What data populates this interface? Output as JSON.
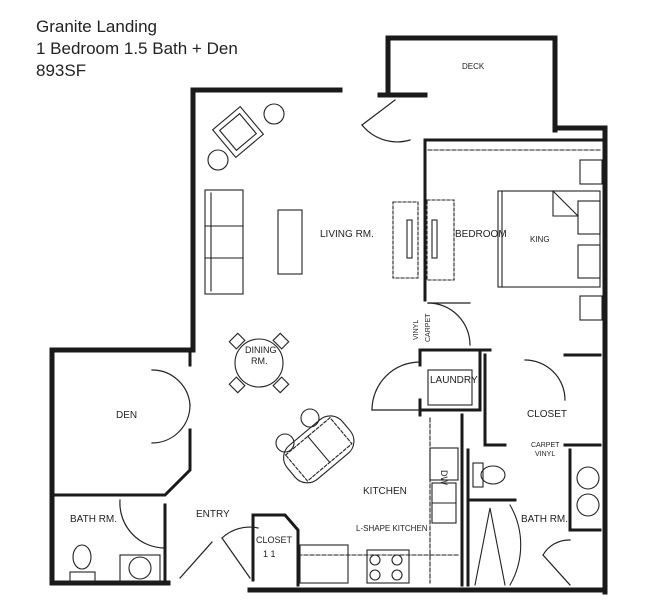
{
  "header": {
    "community": "Granite Landing",
    "unit_type": "1 Bedroom 1.5 Bath + Den",
    "square_feet": "893SF"
  },
  "rooms": {
    "deck": "DECK",
    "living": "LIVING RM.",
    "bedroom": "BEDROOM",
    "bed": "KING",
    "dining_line1": "DINING",
    "dining_line2": "RM.",
    "den": "DEN",
    "laundry": "LAUNDRY",
    "closet_master": "CLOSET",
    "kitchen": "KITCHEN",
    "kitchen_note": "L-SHAPE KITCHEN",
    "entry": "ENTRY",
    "closet_entry": "CLOSET",
    "closet_entry_tag": "1 1",
    "bath_half": "BATH RM.",
    "bath_master": "BATH RM.",
    "dishwasher": "DW"
  },
  "flooring_notes": {
    "living_bedroom_vinyl": "VINYL",
    "living_bedroom_carpet": "CARPET",
    "closet_bath_carpet": "CARPET",
    "closet_bath_vinyl": "VINYL"
  },
  "colors": {
    "wall": "#1a1a1a",
    "line": "#222222",
    "background": "#ffffff"
  }
}
